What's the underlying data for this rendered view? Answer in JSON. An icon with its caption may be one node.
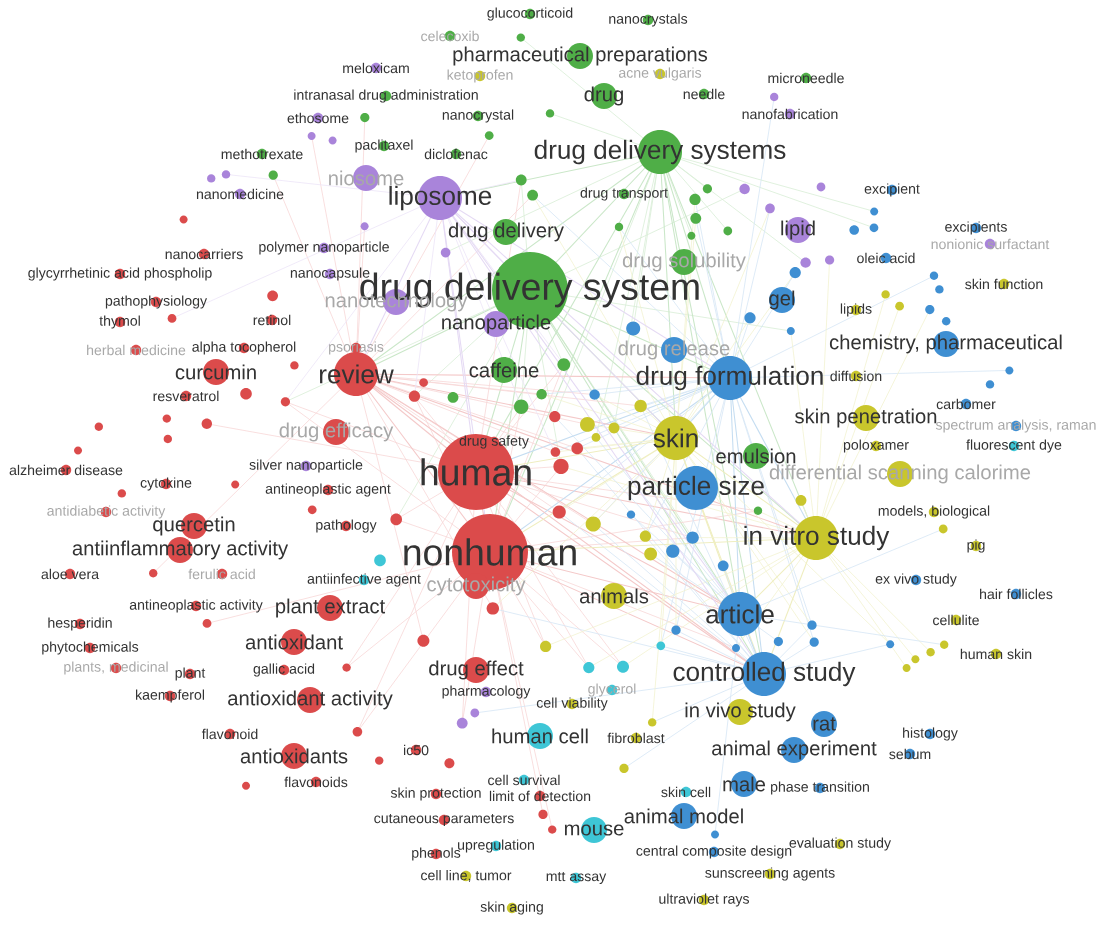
{
  "diagram": {
    "nodes": [
      {
        "text": [
          "glucocorticoid"
        ]
      },
      {
        "text": [
          "nanocrystals"
        ]
      },
      {
        "text": [
          "celecoxib"
        ]
      },
      {
        "text": [
          "pharmaceutical preparations"
        ]
      },
      {
        "text": [
          "acne vulgaris"
        ]
      },
      {
        "text": [
          "microneedle"
        ]
      },
      {
        "text": [
          "meloxicam"
        ]
      },
      {
        "text": [
          "ketoprofen"
        ]
      },
      {
        "text": [
          "needle"
        ]
      },
      {
        "text": [
          "intranasal drug administration"
        ]
      },
      {
        "text": [
          "drug"
        ]
      },
      {
        "text": [
          "nanofabrication"
        ]
      },
      {
        "text": [
          "nanocrystal"
        ]
      },
      {
        "text": [
          "ethosome"
        ]
      },
      {
        "text": [
          "paclitaxel"
        ]
      },
      {
        "text": [
          "methotrexate"
        ]
      },
      {
        "text": [
          "diclofenac"
        ]
      },
      {
        "text": [
          "drug delivery systems"
        ]
      },
      {
        "text": [
          "excipient"
        ]
      },
      {
        "text": [
          "niosome"
        ]
      },
      {
        "text": [
          "nanomedicine"
        ]
      },
      {
        "text": [
          "drug transport"
        ]
      },
      {
        "text": [
          "liposome"
        ]
      },
      {
        "text": [
          "excipients"
        ]
      },
      {
        "text": [
          "lipid"
        ]
      },
      {
        "text": [
          "drug delivery"
        ]
      },
      {
        "text": [
          "nonionic surfactant"
        ]
      },
      {
        "text": [
          "polymer nanoparticle"
        ]
      },
      {
        "text": [
          "nanocarriers"
        ]
      },
      {
        "text": [
          "oleic acid"
        ]
      },
      {
        "text": [
          "drug solubility"
        ]
      },
      {
        "text": [
          "glycyrrhetinic acid phospholip"
        ]
      },
      {
        "text": [
          "nanocapsule"
        ]
      },
      {
        "text": [
          "skin function"
        ]
      },
      {
        "text": [
          "drug delivery system"
        ]
      },
      {
        "text": [
          "gel"
        ]
      },
      {
        "text": [
          "pathophysiology"
        ]
      },
      {
        "text": [
          "nanotechnology"
        ]
      },
      {
        "text": [
          "lipids"
        ]
      },
      {
        "text": [
          "retinol"
        ]
      },
      {
        "text": [
          "thymol"
        ]
      },
      {
        "text": [
          "nanoparticle"
        ]
      },
      {
        "text": [
          "chemistry, pharmaceutical"
        ]
      },
      {
        "text": [
          "alpha tocopherol"
        ]
      },
      {
        "text": [
          "psoriasis"
        ]
      },
      {
        "text": [
          "herbal medicine"
        ]
      },
      {
        "text": [
          "drug release"
        ]
      },
      {
        "text": [
          "curcumin"
        ]
      },
      {
        "text": [
          "review"
        ]
      },
      {
        "text": [
          "caffeine"
        ]
      },
      {
        "text": [
          "diffusion"
        ]
      },
      {
        "text": [
          "drug formulation"
        ]
      },
      {
        "text": [
          "resveratrol"
        ]
      },
      {
        "text": [
          "carbomer"
        ]
      },
      {
        "text": [
          "skin penetration"
        ]
      },
      {
        "text": [
          "spectrum analysis, raman"
        ]
      },
      {
        "text": [
          "drug efficacy"
        ]
      },
      {
        "text": [
          "skin"
        ]
      },
      {
        "text": [
          "drug safety"
        ]
      },
      {
        "text": [
          "poloxamer"
        ]
      },
      {
        "text": [
          "fluorescent dye"
        ]
      },
      {
        "text": [
          "emulsion"
        ]
      },
      {
        "text": [
          "silver nanoparticle"
        ]
      },
      {
        "text": [
          "alzheimer disease"
        ]
      },
      {
        "text": [
          "human"
        ]
      },
      {
        "text": [
          "differential scanning calorime"
        ]
      },
      {
        "text": [
          "cytokine"
        ]
      },
      {
        "text": [
          "particle size"
        ]
      },
      {
        "text": [
          "antineoplastic agent"
        ]
      },
      {
        "text": [
          "antidiabetic activity"
        ]
      },
      {
        "text": [
          "models, biological"
        ]
      },
      {
        "text": [
          "quercetin"
        ]
      },
      {
        "text": [
          "pathology"
        ]
      },
      {
        "text": [
          "in vitro study"
        ]
      },
      {
        "text": [
          "pig"
        ]
      },
      {
        "text": [
          "antiinflammatory activity"
        ]
      },
      {
        "text": [
          "nonhuman"
        ]
      },
      {
        "text": [
          "aloe vera"
        ]
      },
      {
        "text": [
          "ferulic acid"
        ]
      },
      {
        "text": [
          "antiinfective agent"
        ]
      },
      {
        "text": [
          "ex vivo study"
        ]
      },
      {
        "text": [
          "cytotoxicity"
        ]
      },
      {
        "text": [
          "hair follicles"
        ]
      },
      {
        "text": [
          "animals"
        ]
      },
      {
        "text": [
          "antineoplastic activity"
        ]
      },
      {
        "text": [
          "plant extract"
        ]
      },
      {
        "text": [
          "article"
        ]
      },
      {
        "text": [
          "cellulite"
        ]
      },
      {
        "text": [
          "hesperidin"
        ]
      },
      {
        "text": [
          "antioxidant"
        ]
      },
      {
        "text": [
          "phytochemicals"
        ]
      },
      {
        "text": [
          "human skin"
        ]
      },
      {
        "text": [
          "plants, medicinal"
        ]
      },
      {
        "text": [
          "gallic acid"
        ]
      },
      {
        "text": [
          "plant"
        ]
      },
      {
        "text": [
          "drug effect"
        ]
      },
      {
        "text": [
          "controlled study"
        ]
      },
      {
        "text": [
          "pharmacology"
        ]
      },
      {
        "text": [
          "glycerol"
        ]
      },
      {
        "text": [
          "kaempferol"
        ]
      },
      {
        "text": [
          "antioxidant activity"
        ]
      },
      {
        "text": [
          "cell viability"
        ]
      },
      {
        "text": [
          "in vivo study"
        ]
      },
      {
        "text": [
          "rat"
        ]
      },
      {
        "text": [
          "flavonoid"
        ]
      },
      {
        "text": [
          "histology"
        ]
      },
      {
        "text": [
          "human cell"
        ]
      },
      {
        "text": [
          "fibroblast"
        ]
      },
      {
        "text": [
          "animal experiment"
        ]
      },
      {
        "text": [
          "sebum"
        ]
      },
      {
        "text": [
          "ic50"
        ]
      },
      {
        "text": [
          "antioxidants"
        ]
      },
      {
        "text": [
          "cell survival"
        ]
      },
      {
        "text": [
          "flavonoids"
        ]
      },
      {
        "text": [
          "male"
        ]
      },
      {
        "text": [
          "phase transition"
        ]
      },
      {
        "text": [
          "skin protection"
        ]
      },
      {
        "text": [
          "skin cell"
        ]
      },
      {
        "text": [
          "limit of detection"
        ]
      },
      {
        "text": [
          "animal model"
        ]
      },
      {
        "text": [
          "cutaneous parameters"
        ]
      },
      {
        "text": [
          "mouse"
        ]
      },
      {
        "text": [
          "evaluation study"
        ]
      },
      {
        "text": [
          "upregulation"
        ]
      },
      {
        "text": [
          "central composite design"
        ]
      },
      {
        "text": [
          "phenols"
        ]
      },
      {
        "text": [
          "sunscreening agents"
        ]
      },
      {
        "text": [
          "cell line, tumor"
        ]
      },
      {
        "text": [
          "mtt assay"
        ]
      },
      {
        "text": [
          "ultraviolet rays"
        ]
      },
      {
        "text": [
          "skin aging"
        ]
      }
    ]
  }
}
